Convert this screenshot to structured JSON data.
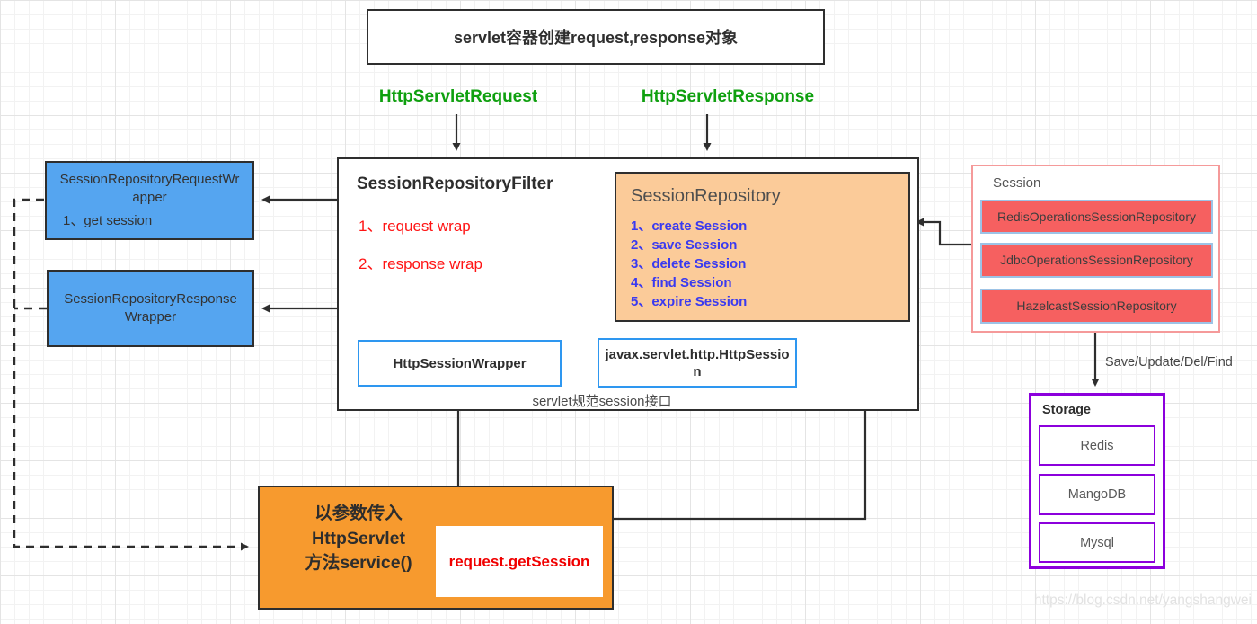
{
  "top_banner": {
    "text": "servlet容器创建request,response对象"
  },
  "http_labels": {
    "request": "HttpServletRequest",
    "response": "HttpServletResponse"
  },
  "filter_box": {
    "title": "SessionRepositoryFilter",
    "steps": [
      "1、request wrap",
      "2、response wrap"
    ]
  },
  "session_repository": {
    "title": "SessionRepository",
    "operations": [
      "1、create Session",
      "2、save Session",
      "3、delete Session",
      "4、find Session",
      "5、expire Session"
    ]
  },
  "request_wrapper": {
    "title": "SessionRepositoryRequestWrapper",
    "note": "1、get session"
  },
  "response_wrapper": {
    "title": "SessionRepositoryResponseWrapper"
  },
  "http_session_wrapper": {
    "title": "HttpSessionWrapper"
  },
  "javax_session": {
    "title": "javax.servlet.http.HttpSession"
  },
  "spec_caption": "servlet规范session接口",
  "session_impls": {
    "title": "Session",
    "items": [
      "RedisOperationsSessionRepository",
      "JdbcOperationsSessionRepository",
      "HazelcastSessionRepository"
    ]
  },
  "storage": {
    "title": "Storage",
    "arrow_label": "Save/Update/Del/Find",
    "items": [
      "Redis",
      "MangoDB",
      "Mysql"
    ]
  },
  "service_box": {
    "lines": [
      "以参数传入",
      "HttpServlet",
      "方法service()"
    ],
    "inner": "request.getSession"
  },
  "watermark": "https://blog.csdn.net/yangshangwei",
  "colors": {
    "line_dark": "#2e2e2e",
    "green_text": "#0fa00f",
    "red_text": "#ff1414",
    "blue_list_text": "#3a3af0",
    "blue_fill": "#55a5f0",
    "light_orange_fill": "#fbcb99",
    "deep_orange_fill": "#f79a2e",
    "red_fill": "#f66060",
    "red_box_border": "#9dc3e6",
    "pink_border": "#f59a9a",
    "inner_blue_border": "#2e97f0",
    "purple_border": "#8c00dc"
  }
}
